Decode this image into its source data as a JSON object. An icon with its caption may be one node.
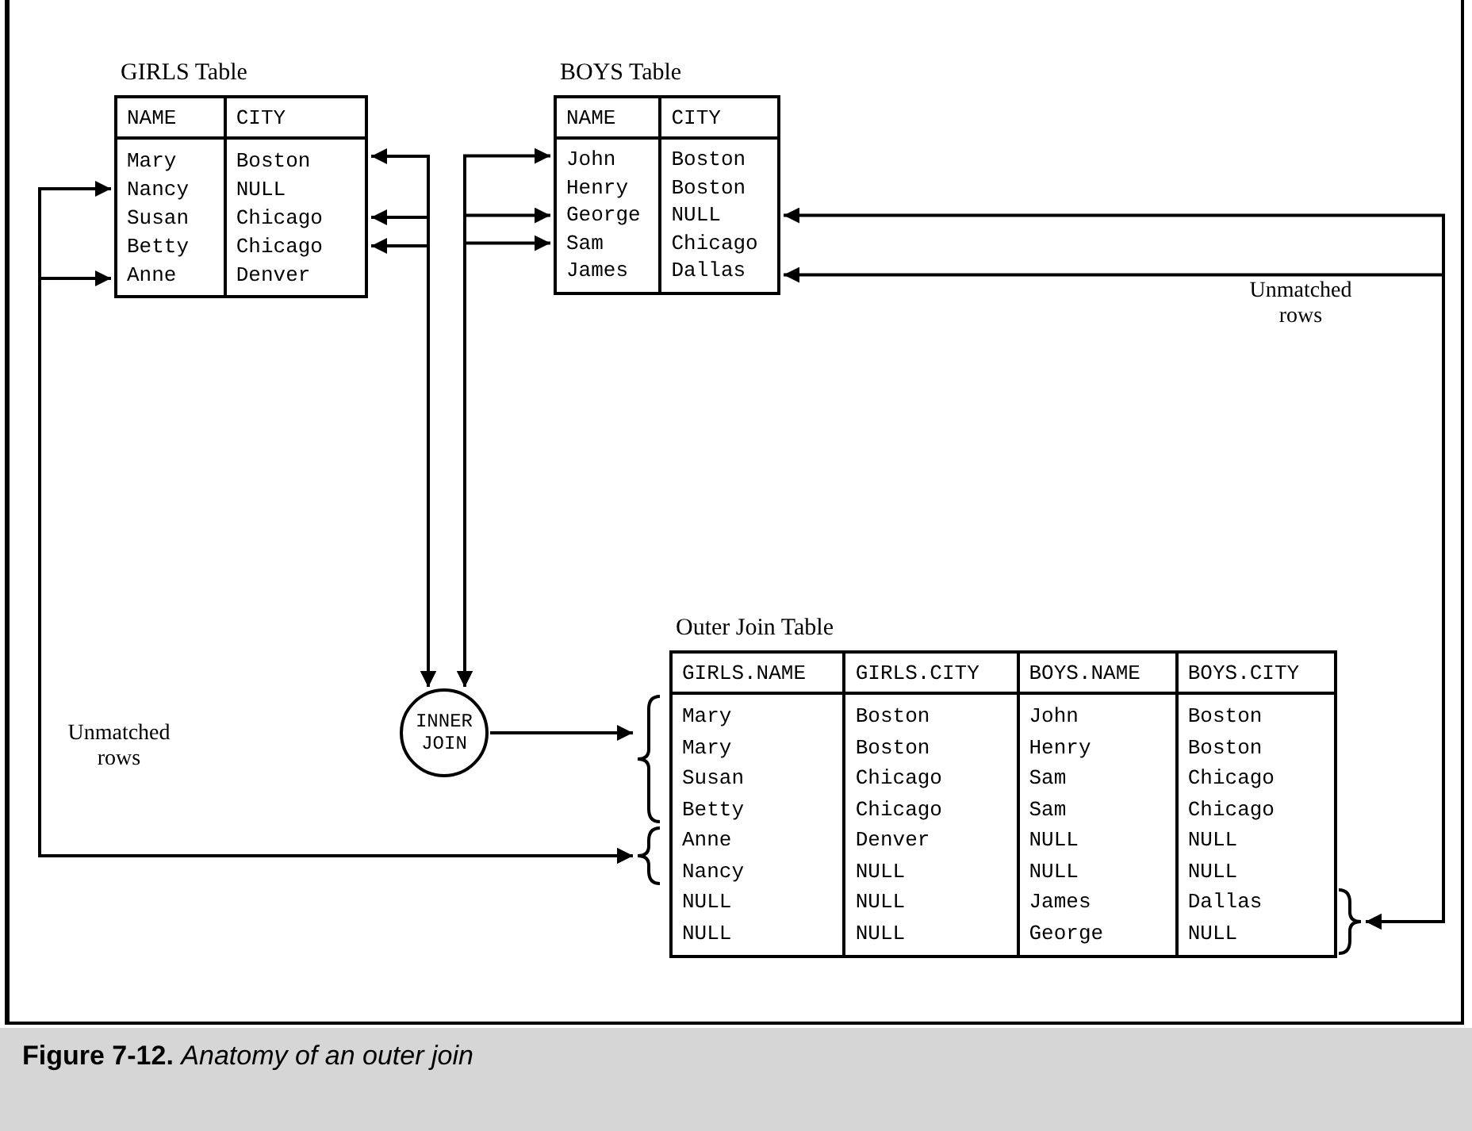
{
  "diagram": {
    "caption": "**Figure 7-12.** *Anatomy of an outer join*",
    "nodes": [
      {
        "text": [
          "GIRLS Table",
          "NAME",
          "CITY",
          "Mary",
          "Boston",
          "Nancy",
          "NULL",
          "Susan",
          "Chicago",
          "Betty",
          "Chicago",
          "Anne",
          "Denver"
        ]
      },
      {
        "text": [
          "BOYS Table",
          "NAME",
          "CITY",
          "John",
          "Boston",
          "Henry",
          "Boston",
          "George",
          "NULL",
          "Sam",
          "Chicago",
          "James",
          "Dallas"
        ]
      },
      {
        "text": [
          "INNER JOIN"
        ]
      },
      {
        "text": [
          "Outer Join Table",
          "GIRLS.NAME",
          "GIRLS.CITY",
          "BOYS.NAME",
          "BOYS.CITY",
          "Mary",
          "Boston",
          "John",
          "Boston",
          "Mary",
          "Boston",
          "Henry",
          "Boston",
          "Susan",
          "Chicago",
          "Sam",
          "Chicago",
          "Betty",
          "Chicago",
          "Sam",
          "Chicago",
          "Anne",
          "Denver",
          "NULL",
          "NULL",
          "Nancy",
          "NULL",
          "NULL",
          "NULL",
          "NULL",
          "NULL",
          "James",
          "Dallas",
          "NULL",
          "NULL",
          "George",
          "NULL"
        ]
      }
    ],
    "edges": [
      {
        "from": 0,
        "to": 2,
        "arrow": "both"
      },
      {
        "from": 0,
        "to": 2,
        "arrow": "both"
      },
      {
        "from": 0,
        "to": 2,
        "arrow": "both"
      },
      {
        "from": 1,
        "to": 2,
        "arrow": "both"
      },
      {
        "from": 1,
        "to": 2,
        "arrow": "both"
      },
      {
        "from": 1,
        "to": 2,
        "arrow": "both"
      },
      {
        "from": 2,
        "to": 3,
        "arrow": "to"
      },
      {
        "from": 0,
        "to": 3,
        "arrow": "both"
      },
      {
        "from": 0,
        "to": 3,
        "arrow": "both"
      },
      {
        "from": 1,
        "to": 3,
        "arrow": "both"
      },
      {
        "from": 1,
        "to": 3,
        "arrow": "both"
      }
    ],
    "labels": [
      "Unmatched rows",
      "Unmatched rows"
    ]
  }
}
